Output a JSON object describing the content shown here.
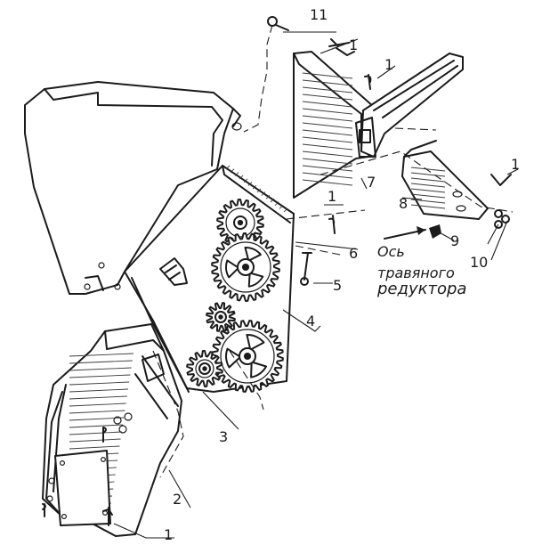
{
  "callouts": {
    "c1": "1",
    "c2": "2",
    "c3": "3",
    "c4": "4",
    "c5": "5",
    "c6": "6",
    "c7": "7",
    "c8": "8",
    "c9": "9",
    "c10": "10",
    "c11": "11"
  },
  "caption": {
    "line1": "Ось",
    "line2": "травяного",
    "line3": "редуктора"
  }
}
